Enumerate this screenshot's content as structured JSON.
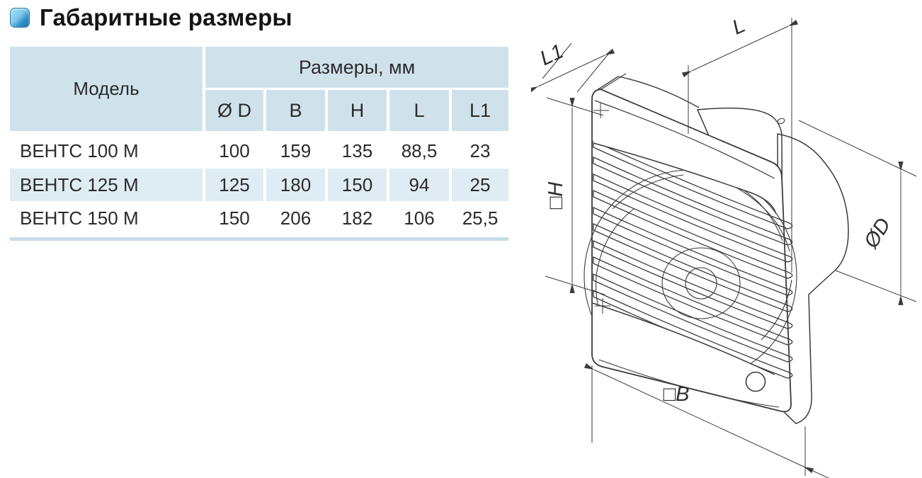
{
  "title": {
    "text": "Габаритные размеры"
  },
  "table": {
    "model_header": "Модель",
    "dims_header": "Размеры, мм",
    "columns": [
      "Ø D",
      "B",
      "H",
      "L",
      "L1"
    ],
    "rows": [
      {
        "model": "ВЕНТС 100 М",
        "values": [
          "100",
          "159",
          "135",
          "88,5",
          "23"
        ]
      },
      {
        "model": "ВЕНТС 125 М",
        "values": [
          "125",
          "180",
          "150",
          "94",
          "25"
        ]
      },
      {
        "model": "ВЕНТС 150 М",
        "values": [
          "150",
          "206",
          "182",
          "106",
          "25,5"
        ]
      }
    ]
  },
  "drawing": {
    "labels": {
      "l1": "L1",
      "l": "L",
      "h": "□H",
      "d": "ØD",
      "b": "□B"
    }
  },
  "colors": {
    "accent_blue": "#2276ab",
    "table_header_bg": "#cfe2ec",
    "table_row_alt_bg": "#dfecf4",
    "table_separator": "#c8dce6",
    "line_color": "#3b3b3b",
    "text": "#2b2b2b"
  }
}
